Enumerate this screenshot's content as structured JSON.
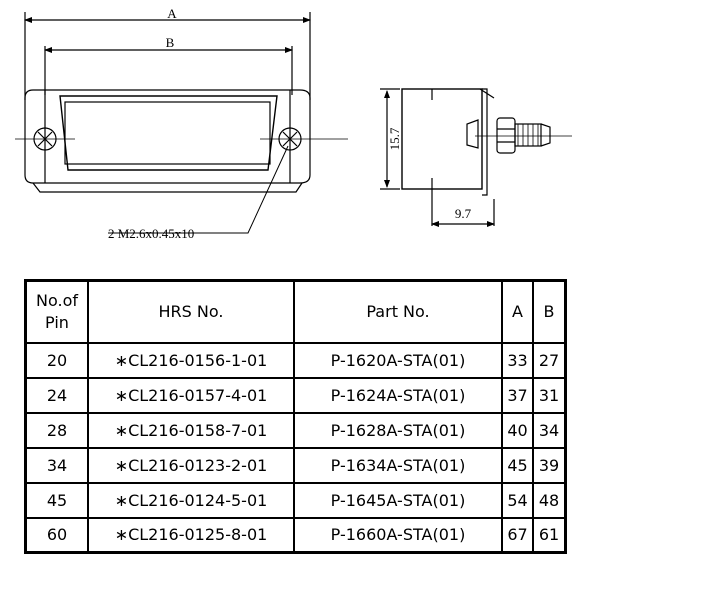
{
  "drawing": {
    "dim_a_label": "A",
    "dim_b_label": "B",
    "screw_callout": "2 M2.6x0.45x10",
    "height_label": "15.7",
    "depth_label": "9.7"
  },
  "table": {
    "headers": {
      "pin_line1": "No.of",
      "pin_line2": "Pin",
      "hrs": "HRS No.",
      "part": "Part No.",
      "a": "A",
      "b": "B"
    },
    "rows": [
      {
        "pin": "20",
        "hrs": "∗CL216-0156-1-01",
        "part": "P-1620A-STA(01)",
        "a": "33",
        "b": "27"
      },
      {
        "pin": "24",
        "hrs": "∗CL216-0157-4-01",
        "part": "P-1624A-STA(01)",
        "a": "37",
        "b": "31"
      },
      {
        "pin": "28",
        "hrs": "∗CL216-0158-7-01",
        "part": "P-1628A-STA(01)",
        "a": "40",
        "b": "34"
      },
      {
        "pin": "34",
        "hrs": "∗CL216-0123-2-01",
        "part": "P-1634A-STA(01)",
        "a": "45",
        "b": "39"
      },
      {
        "pin": "45",
        "hrs": "∗CL216-0124-5-01",
        "part": "P-1645A-STA(01)",
        "a": "54",
        "b": "48"
      },
      {
        "pin": "60",
        "hrs": "∗CL216-0125-8-01",
        "part": "P-1660A-STA(01)",
        "a": "67",
        "b": "61"
      }
    ]
  }
}
